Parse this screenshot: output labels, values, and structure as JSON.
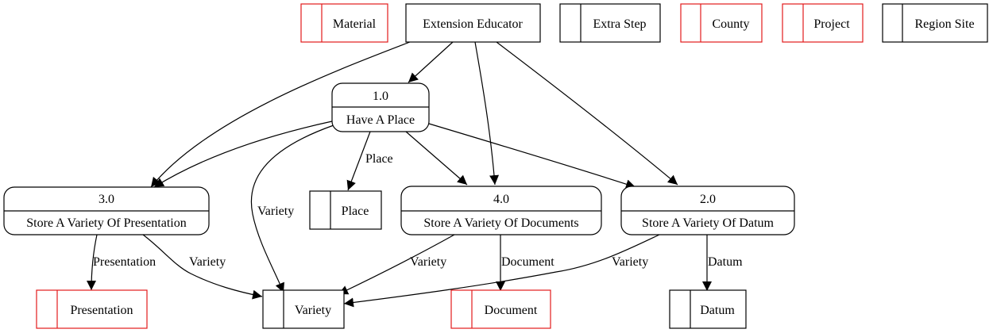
{
  "colors": {
    "black": "#000000",
    "red": "#e31a1c",
    "background": "#ffffff"
  },
  "external_entities": {
    "extension_educator": "Extension Educator"
  },
  "processes": {
    "p1": {
      "id": "1.0",
      "label": "Have A Place"
    },
    "p2": {
      "id": "2.0",
      "label": "Store A Variety Of Datum"
    },
    "p3": {
      "id": "3.0",
      "label": "Store A Variety Of Presentation"
    },
    "p4": {
      "id": "4.0",
      "label": "Store A Variety Of Documents"
    }
  },
  "data_stores": {
    "material": "Material",
    "extra_step": "Extra Step",
    "county": "County",
    "project": "Project",
    "region_site": "Region Site",
    "place": "Place",
    "presentation": "Presentation",
    "variety": "Variety",
    "document": "Document",
    "datum": "Datum"
  },
  "flow_labels": {
    "place": "Place",
    "variety_from_1": "Variety",
    "presentation": "Presentation",
    "variety_from_3": "Variety",
    "variety_from_4": "Variety",
    "document": "Document",
    "variety_from_2": "Variety",
    "datum": "Datum"
  }
}
